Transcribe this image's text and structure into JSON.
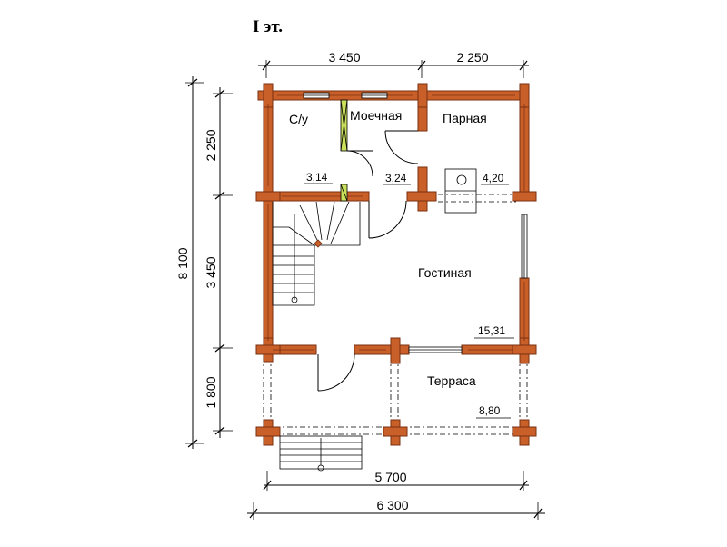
{
  "title": "I эт.",
  "rooms": {
    "su": "С/у",
    "moechnaya": "Моечная",
    "parnaya": "Парная",
    "gostinaya": "Гостиная",
    "terrasa": "Терраса"
  },
  "areas": {
    "su": "3,14",
    "moechnaya": "3,24",
    "parnaya": "4,20",
    "gostinaya": "15,31",
    "terrasa": "8,80"
  },
  "dimensions": {
    "top_left": "3 450",
    "top_right": "2 250",
    "bottom_inner": "5 700",
    "bottom_outer": "6 300",
    "left_total": "8 100",
    "left_top": "2 250",
    "left_mid": "3 450",
    "left_bottom": "1 800"
  },
  "colors": {
    "log_wall": "#c9602a",
    "partition": "#c8e05a"
  }
}
